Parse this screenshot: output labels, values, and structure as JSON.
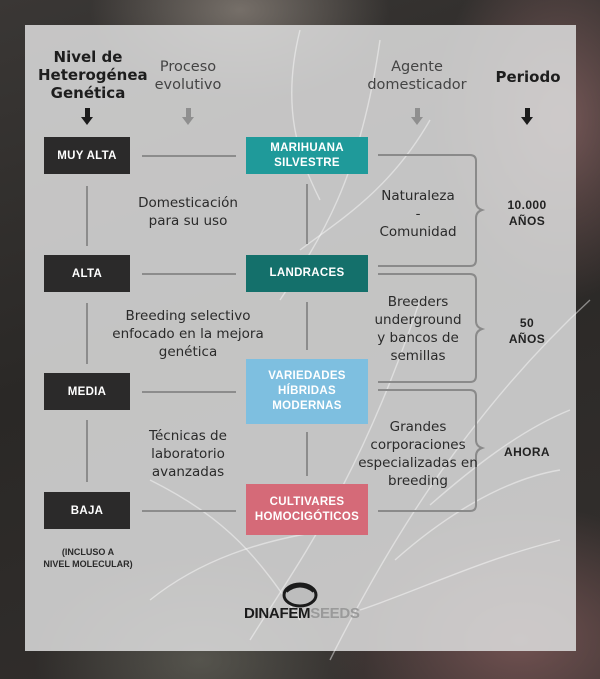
{
  "headers": {
    "level": "Nivel de Heterogénea Genética",
    "level_lines": [
      "Nivel de",
      "Heterogénea",
      "Genética"
    ],
    "process": [
      "Proceso",
      "evolutivo"
    ],
    "agent": [
      "Agente",
      "domesticador"
    ],
    "period": "Periodo"
  },
  "levels": [
    {
      "label": "MUY ALTA"
    },
    {
      "label": "ALTA"
    },
    {
      "label": "MEDIA"
    },
    {
      "label": "BAJA"
    }
  ],
  "level_note": [
    "(INCLUSO A",
    "NIVEL MOLECULAR)"
  ],
  "stages": [
    {
      "lines": [
        "MARIHUANA",
        "SILVESTRE"
      ],
      "color": "#1f9a9a"
    },
    {
      "lines": [
        "LANDRACES"
      ],
      "color": "#14706b"
    },
    {
      "lines": [
        "VARIEDADES",
        "HÍBRIDAS",
        "MODERNAS"
      ],
      "color": "#7ebfe0"
    },
    {
      "lines": [
        "CULTIVARES",
        "HOMOCIGÓTICOS"
      ],
      "color": "#d56a78"
    }
  ],
  "processes": [
    {
      "lines": [
        "Domesticación",
        "para su uso"
      ]
    },
    {
      "lines": [
        "Breeding selectivo",
        "enfocado en la mejora",
        "genética"
      ]
    },
    {
      "lines": [
        "Técnicas de",
        "laboratorio",
        "avanzadas"
      ]
    }
  ],
  "agents": [
    {
      "lines": [
        "Naturaleza",
        "-",
        "Comunidad"
      ]
    },
    {
      "lines": [
        "Breeders",
        "underground",
        "y bancos de",
        "semillas"
      ]
    },
    {
      "lines": [
        "Grandes",
        "corporaciones",
        "especializadas en",
        "breeding"
      ]
    }
  ],
  "periods": [
    {
      "lines": [
        "10.000",
        "AÑOS"
      ]
    },
    {
      "lines": [
        "50",
        "AÑOS"
      ]
    },
    {
      "lines": [
        "AHORA"
      ]
    }
  ],
  "logo": {
    "brand": "DINAFEM",
    "suffix": "SEEDS"
  }
}
